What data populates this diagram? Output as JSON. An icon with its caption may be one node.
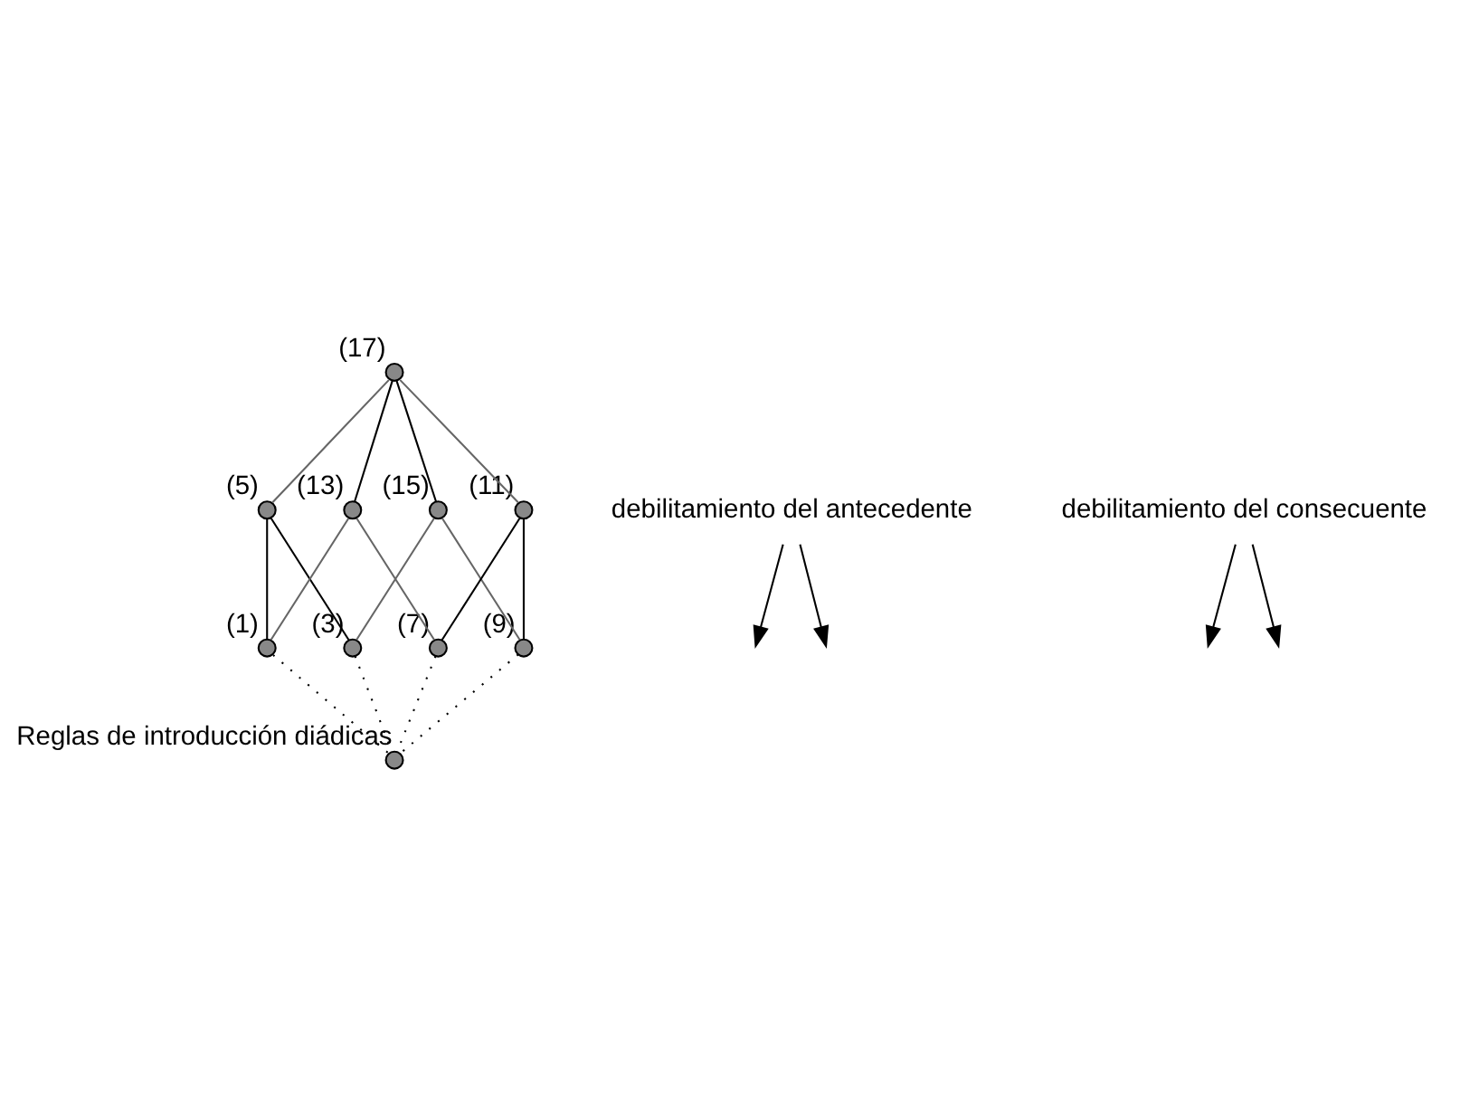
{
  "diagram": {
    "nodes": [
      {
        "text": [],
        "shape": "circle",
        "beside": [
          "(17)"
        ]
      },
      {
        "text": [],
        "shape": "circle",
        "beside": [
          "(13)"
        ]
      },
      {
        "text": [],
        "shape": "circle",
        "beside": [
          "(15)"
        ]
      },
      {
        "text": [],
        "shape": "circle",
        "beside": [
          "(5)"
        ]
      },
      {
        "text": [],
        "shape": "circle",
        "beside": [
          "(11)"
        ]
      },
      {
        "text": [],
        "shape": "circle",
        "beside": [
          "(1)"
        ]
      },
      {
        "text": [],
        "shape": "circle",
        "beside": [
          "(3)"
        ]
      },
      {
        "text": [],
        "shape": "circle",
        "beside": [
          "(7)"
        ]
      },
      {
        "text": [],
        "shape": "circle",
        "beside": [
          "(9)"
        ]
      },
      {
        "text": [],
        "shape": "circle",
        "beside": [
          "Reglas de introducción diádicas"
        ]
      },
      {
        "text": [
          "debilitamiento del antecedente"
        ]
      },
      {
        "text": [
          "debilitamiento del consecuente"
        ]
      }
    ],
    "edges": [
      {
        "from": 0,
        "to": 1,
        "arrow": "none"
      },
      {
        "from": 0,
        "to": 2,
        "arrow": "none"
      },
      {
        "from": 3,
        "to": 5,
        "arrow": "none"
      },
      {
        "from": 3,
        "to": 6,
        "arrow": "none"
      },
      {
        "from": 4,
        "to": 7,
        "arrow": "none"
      },
      {
        "from": 4,
        "to": 8,
        "arrow": "none"
      },
      {
        "from": 5,
        "to": 1,
        "arrow": "none",
        "color": "#666666"
      },
      {
        "from": 1,
        "to": 7,
        "arrow": "none",
        "color": "#666666"
      },
      {
        "from": 6,
        "to": 2,
        "arrow": "none",
        "color": "#666666"
      },
      {
        "from": 2,
        "to": 8,
        "arrow": "none",
        "color": "#666666"
      },
      {
        "from": 3,
        "to": 0,
        "arrow": "none",
        "color": "#666666"
      },
      {
        "from": 0,
        "to": 4,
        "arrow": "none",
        "color": "#666666"
      },
      {
        "from": 5,
        "to": 9,
        "arrow": "none",
        "style": "dashed"
      },
      {
        "from": 6,
        "to": 9,
        "arrow": "none",
        "style": "dashed"
      },
      {
        "from": 7,
        "to": 9,
        "arrow": "none",
        "style": "dashed"
      },
      {
        "from": 8,
        "to": 9,
        "arrow": "none",
        "style": "dashed"
      },
      {
        "from": 10,
        "to": null,
        "arrow": "to"
      },
      {
        "from": 10,
        "to": null,
        "arrow": "to"
      },
      {
        "from": 11,
        "to": null,
        "arrow": "to"
      },
      {
        "from": 11,
        "to": null,
        "arrow": "to"
      }
    ]
  }
}
